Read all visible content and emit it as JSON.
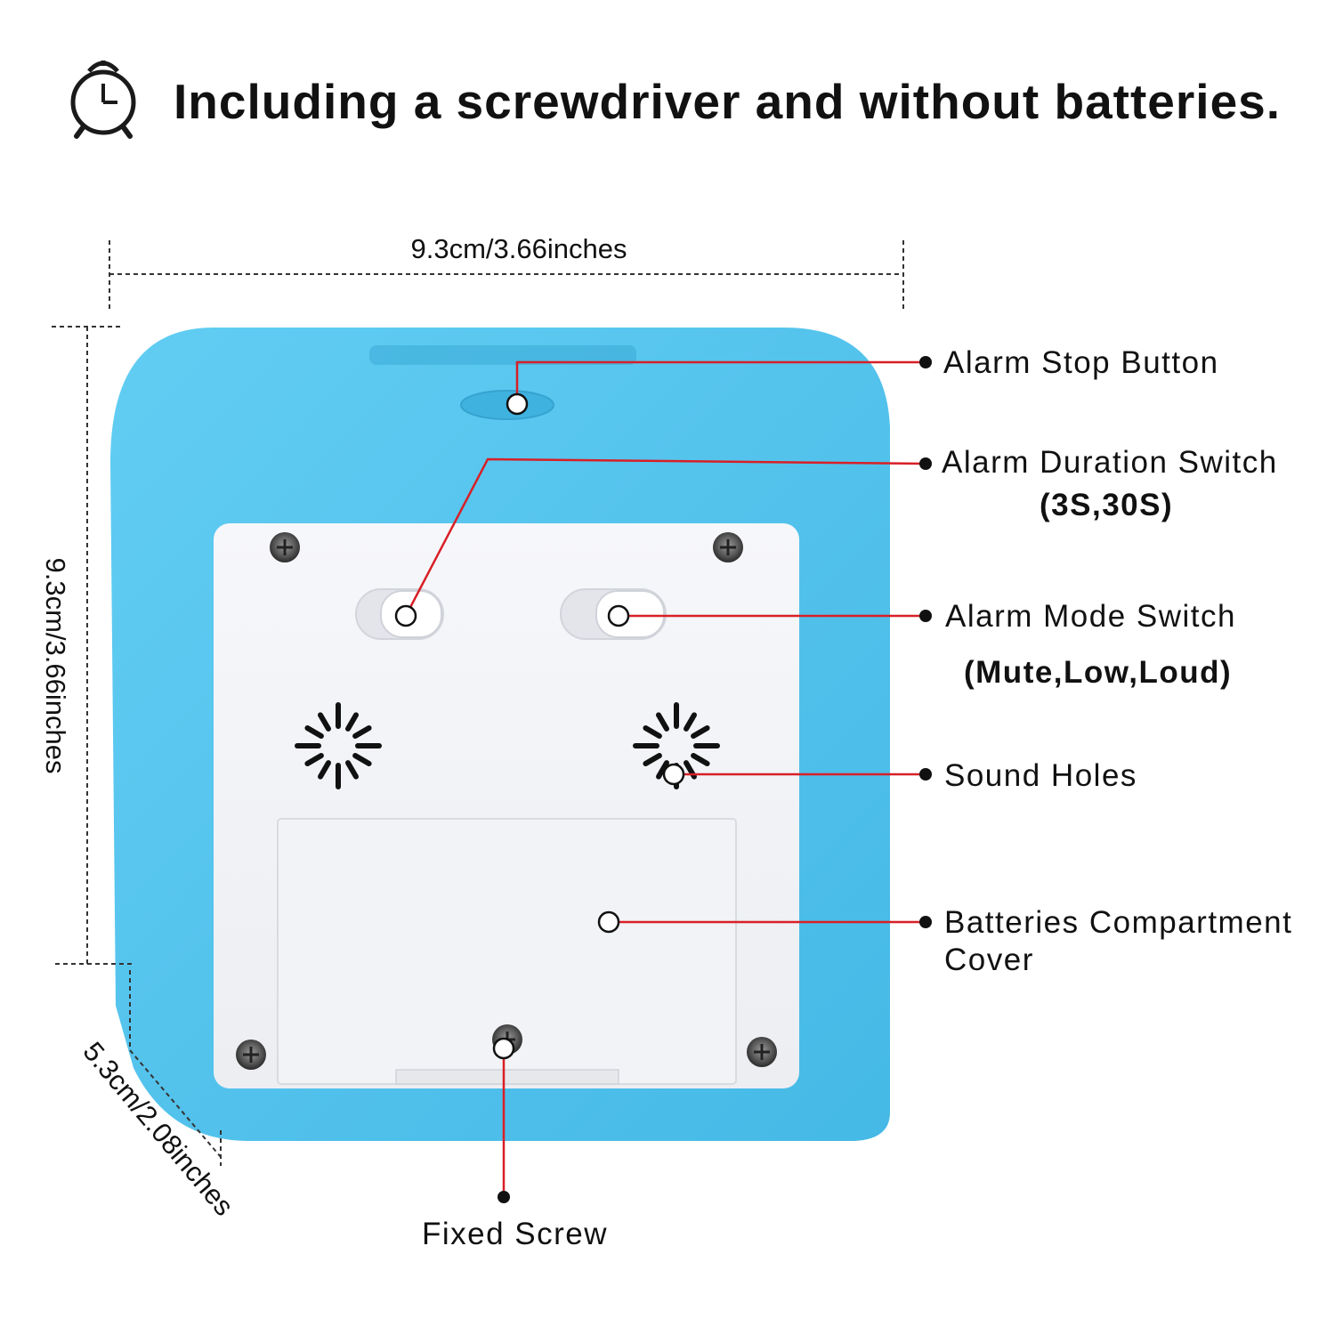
{
  "header": {
    "icon": "alarm-clock-icon",
    "title": "Including a screwdriver and without batteries."
  },
  "dimensions": {
    "width": "9.3cm/3.66inches",
    "height": "9.3cm/3.66inches",
    "depth": "5.3cm/2.08inches"
  },
  "callouts": {
    "stop_button": "Alarm Stop Button",
    "duration_switch": "Alarm Duration Switch",
    "duration_values": "(3S,30S)",
    "mode_switch": "Alarm Mode Switch",
    "mode_values": "(Mute,Low,Loud)",
    "sound_holes": "Sound Holes",
    "battery_cover_line1": "Batteries Compartment",
    "battery_cover_line2": "Cover",
    "fixed_screw": "Fixed Screw"
  },
  "colors": {
    "case": "#52c4ee",
    "back_panel": "#f4f5f8",
    "leader_line": "#d81f26",
    "text": "#111111"
  }
}
